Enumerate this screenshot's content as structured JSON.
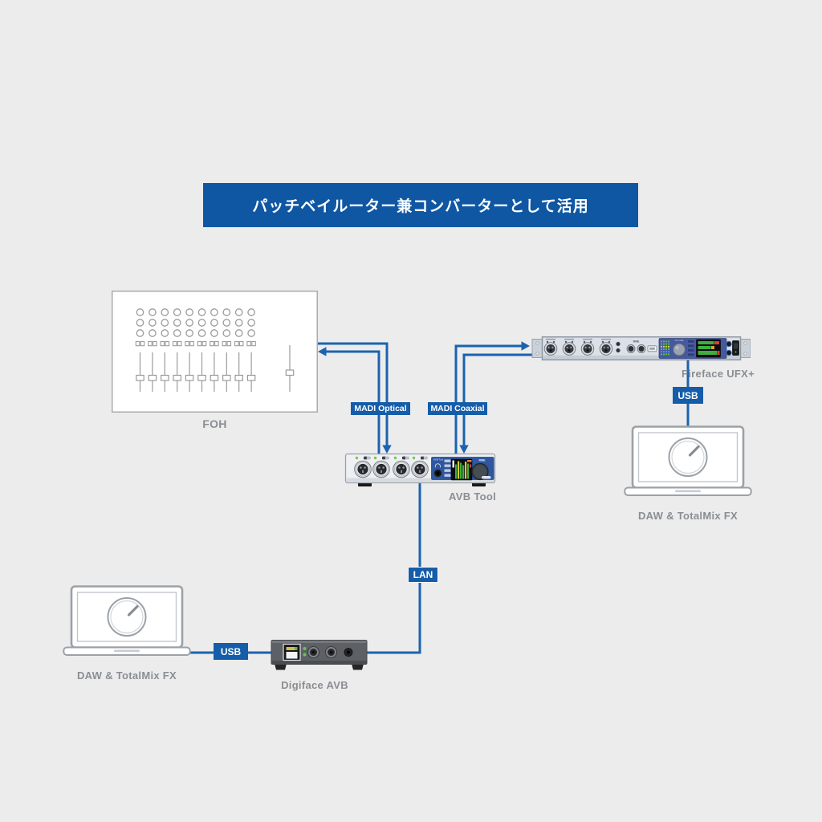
{
  "title_banner": {
    "text": "パッチベイルーター兼コンバーターとして活用"
  },
  "colors": {
    "background": "#ececec",
    "banner_blue": "#0f57a3",
    "wire_blue": "#1b63ae",
    "tag_blue": "#155da9",
    "device_label_gray": "#8a8e93"
  },
  "devices": {
    "foh": {
      "label": "FOH"
    },
    "fireface_ufx": {
      "label": "Fireface UFX+",
      "panel_text_rme": "RME",
      "panel_text_volume": "VOLUME"
    },
    "avb_tool": {
      "label": "AVB Tool",
      "panel_text_name": "AVB Tool",
      "panel_text_rme": "RME"
    },
    "digiface_avb": {
      "label": "Digiface AVB"
    },
    "laptop_top": {
      "label": "DAW & TotalMix FX"
    },
    "laptop_bottom": {
      "label": "DAW & TotalMix FX"
    }
  },
  "connection_labels": {
    "madi_optical": "MADI Optical",
    "madi_coaxial": "MADI Coaxial",
    "usb_top": "USB",
    "usb_bottom": "USB",
    "lan": "LAN"
  }
}
